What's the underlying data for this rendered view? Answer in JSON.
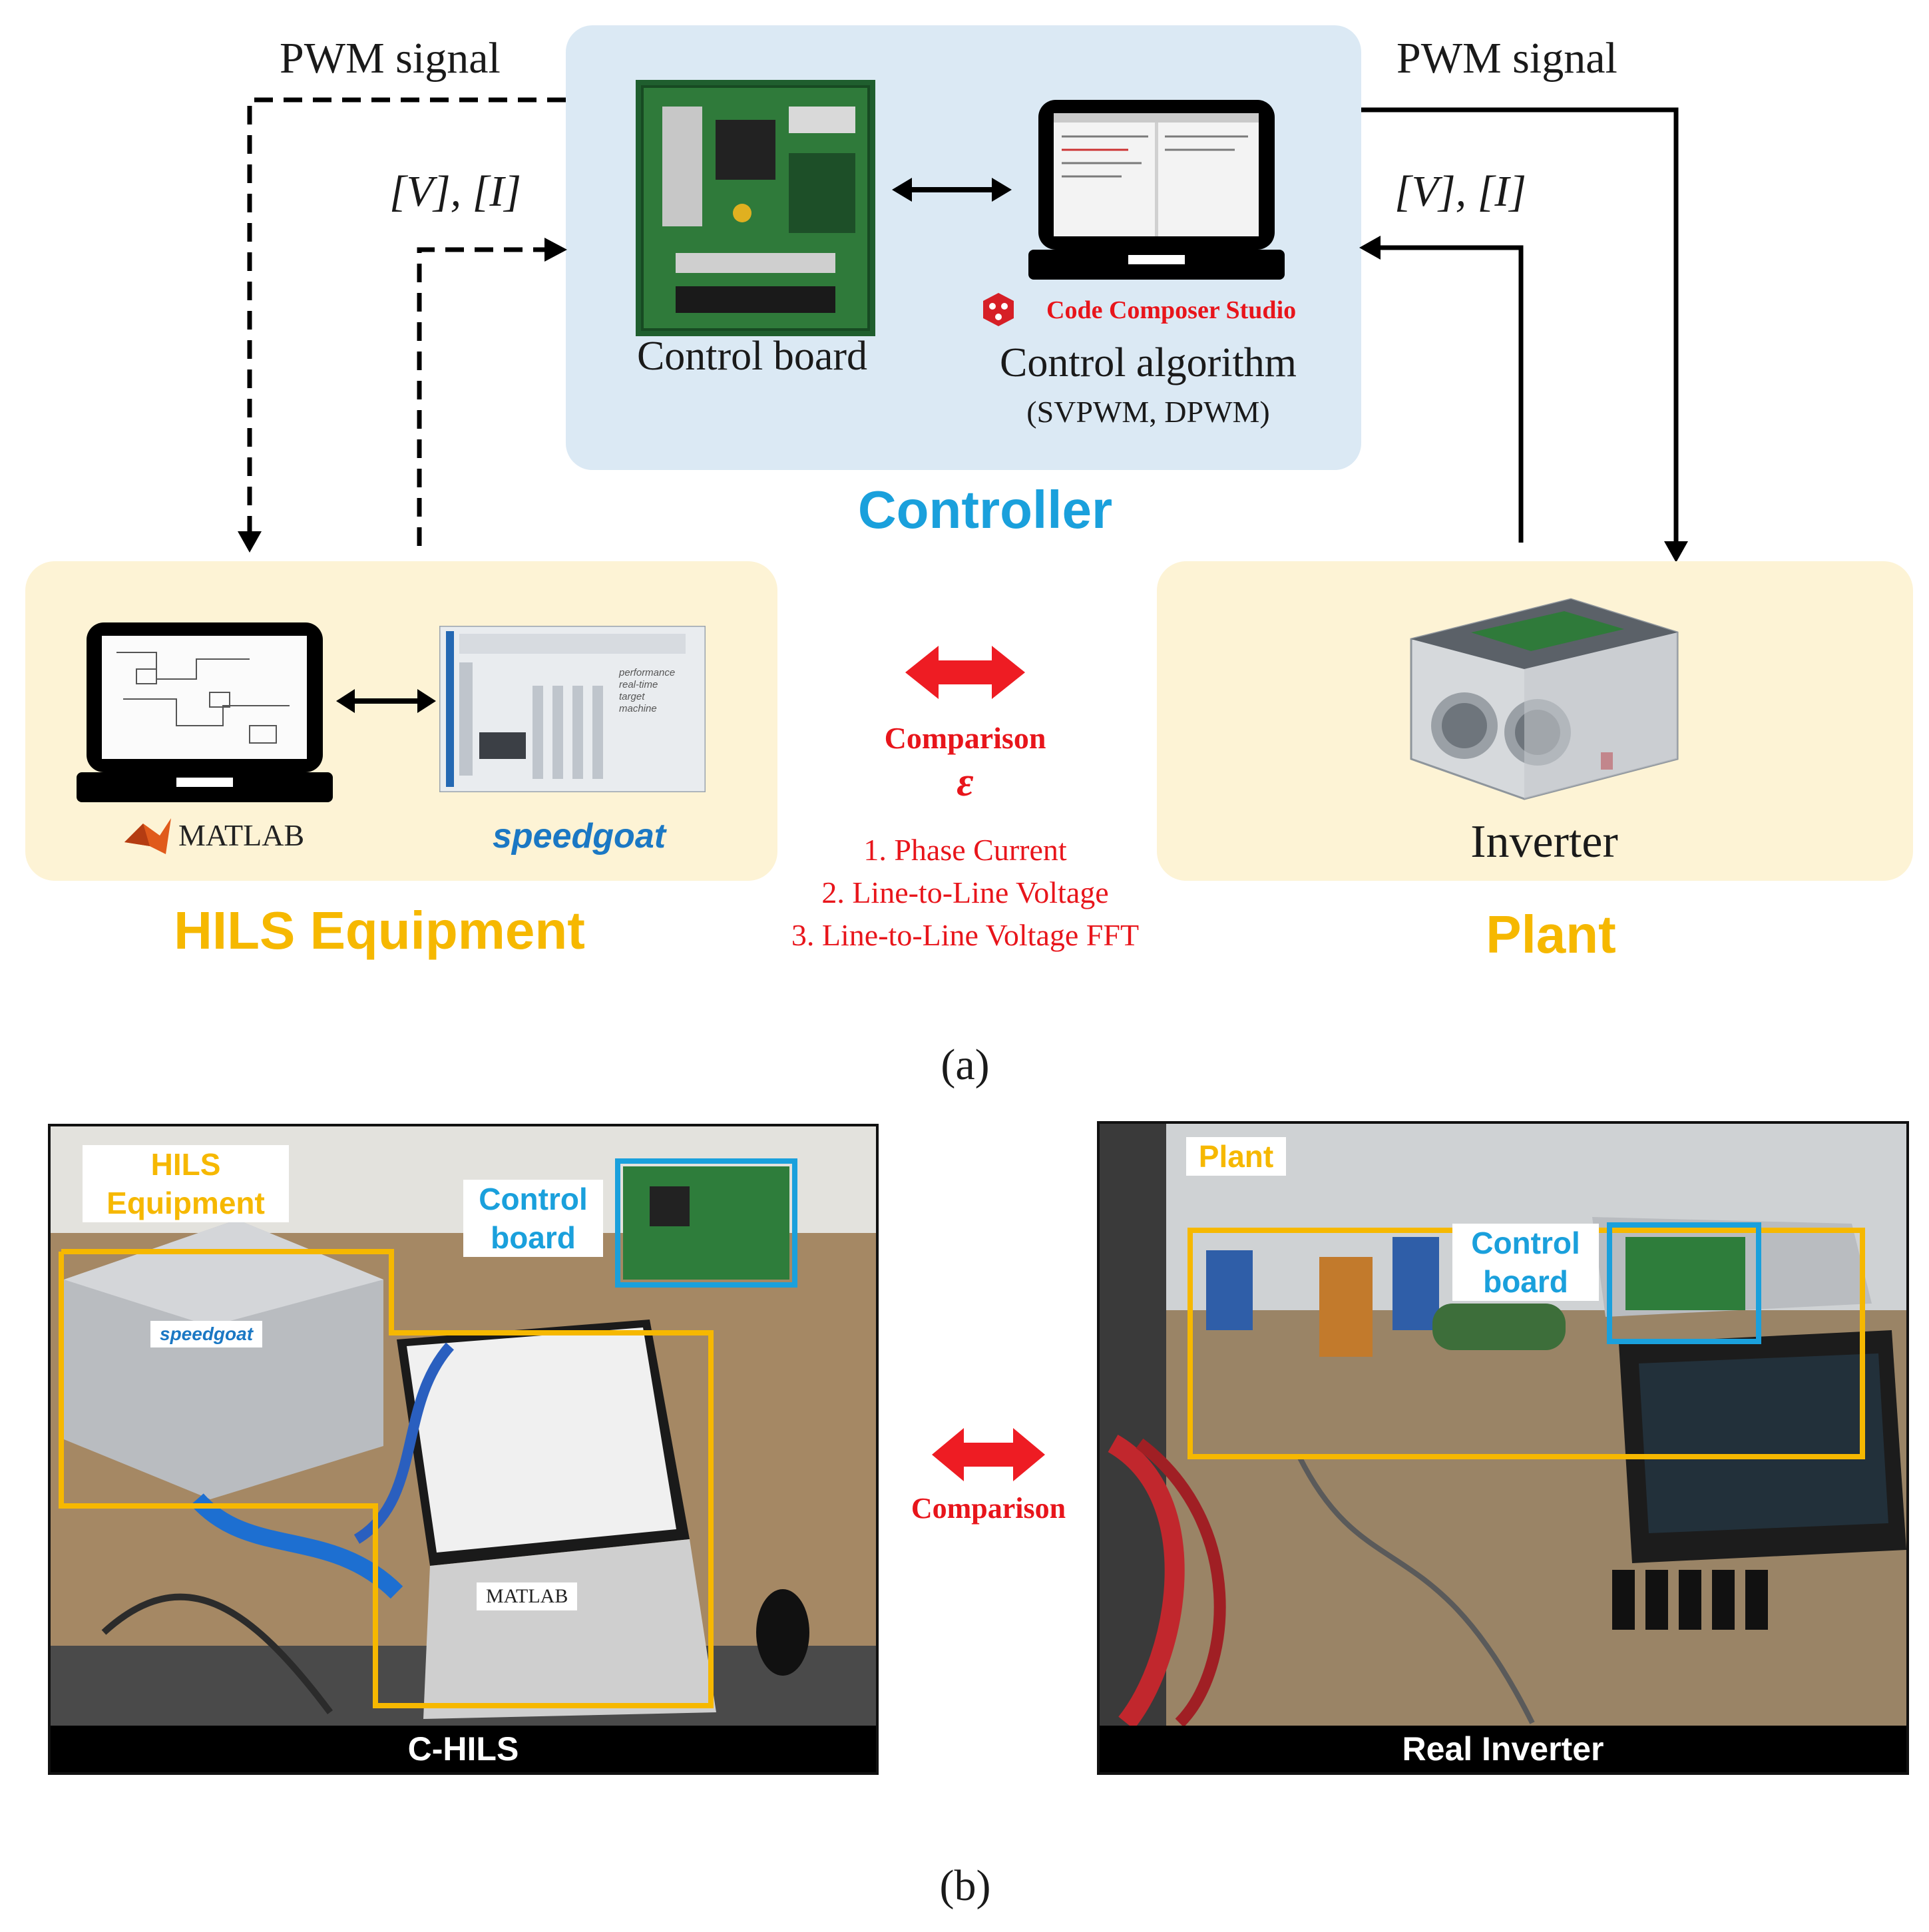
{
  "panel_a": {
    "controller": {
      "title": "Controller",
      "board_label": "Control board",
      "software_label": "Code Composer Studio",
      "algorithm_label": "Control algorithm",
      "algorithm_sub": "(SVPWM, DPWM)"
    },
    "left_links": {
      "pwm": "PWM signal",
      "feedback": "[V], [I]"
    },
    "right_links": {
      "pwm": "PWM signal",
      "feedback": "[V], [I]"
    },
    "hils": {
      "title": "HILS Equipment",
      "matlab_label": "MATLAB",
      "speedgoat_label": "speedgoat",
      "rack_text": "performance\nreal-time\ntarget\nmachine"
    },
    "plant": {
      "title": "Plant",
      "device_label": "Inverter"
    },
    "comparison": {
      "label": "Comparison",
      "symbol": "ε",
      "items": [
        "1. Phase Current",
        "2. Line-to-Line Voltage",
        "3. Line-to-Line Voltage FFT"
      ]
    },
    "caption": "(a)"
  },
  "panel_b": {
    "left_photo": {
      "bar_label": "C-HILS",
      "callout_hils": "HILS\nEquipment",
      "callout_board": "Control\nboard",
      "speedgoat_text": "speedgoat",
      "matlab_text": "MATLAB"
    },
    "right_photo": {
      "bar_label": "Real Inverter",
      "callout_plant": "Plant",
      "callout_board": "Control\nboard"
    },
    "comparison_label": "Comparison",
    "caption": "(b)"
  },
  "colors": {
    "controller_blue": "#1aa0dc",
    "accent_orange": "#f6b800",
    "comparison_red": "#e8151b",
    "box_blue": "#dbe9f4",
    "box_yellow": "#fdf3d5"
  }
}
